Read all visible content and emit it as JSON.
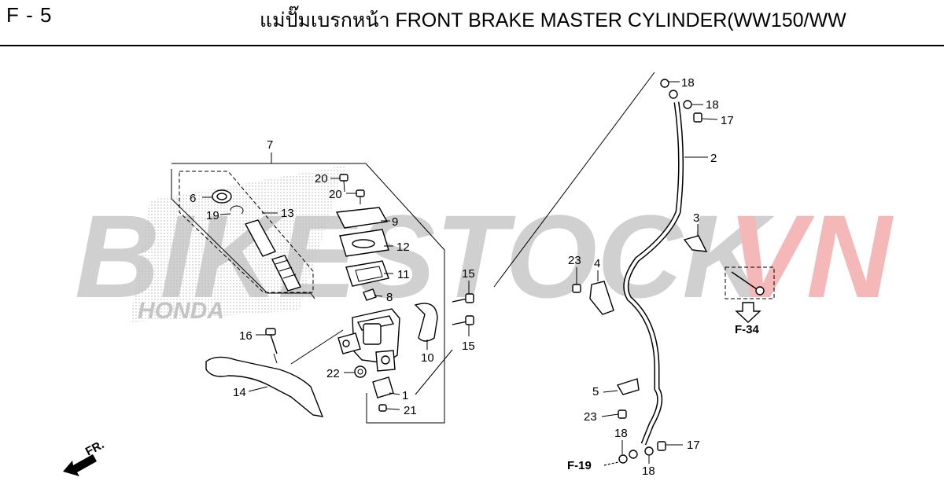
{
  "header": {
    "code": "F - 5",
    "title": "แม่ปั๊มเบรกหน้า  FRONT BRAKE MASTER CYLINDER(WW150/WW"
  },
  "watermark": {
    "text_gray": "BIKESTOCK",
    "text_red": "VN",
    "brand": "HONDA",
    "gray_color": "#cccccc",
    "red_color": "#f4b6b6"
  },
  "direction_label": "FR.",
  "refs": {
    "f34": "F-34",
    "f19": "F-19"
  },
  "callouts": [
    {
      "id": "c7",
      "label": "7"
    },
    {
      "id": "c20a",
      "label": "20"
    },
    {
      "id": "c20b",
      "label": "20"
    },
    {
      "id": "c6",
      "label": "6"
    },
    {
      "id": "c13",
      "label": "13"
    },
    {
      "id": "c19",
      "label": "19"
    },
    {
      "id": "c9",
      "label": "9"
    },
    {
      "id": "c12",
      "label": "12"
    },
    {
      "id": "c11",
      "label": "11"
    },
    {
      "id": "c8",
      "label": "8"
    },
    {
      "id": "c15a",
      "label": "15"
    },
    {
      "id": "c15b",
      "label": "15"
    },
    {
      "id": "c10",
      "label": "10"
    },
    {
      "id": "c16",
      "label": "16"
    },
    {
      "id": "c22",
      "label": "22"
    },
    {
      "id": "c1",
      "label": "1"
    },
    {
      "id": "c21",
      "label": "21"
    },
    {
      "id": "c14",
      "label": "14"
    },
    {
      "id": "c18a",
      "label": "18"
    },
    {
      "id": "c18b",
      "label": "18"
    },
    {
      "id": "c17a",
      "label": "17"
    },
    {
      "id": "c2",
      "label": "2"
    },
    {
      "id": "c3",
      "label": "3"
    },
    {
      "id": "c23a",
      "label": "23"
    },
    {
      "id": "c4",
      "label": "4"
    },
    {
      "id": "c5",
      "label": "5"
    },
    {
      "id": "c23b",
      "label": "23"
    },
    {
      "id": "c18c",
      "label": "18"
    },
    {
      "id": "c18d",
      "label": "18"
    },
    {
      "id": "c17b",
      "label": "17"
    }
  ]
}
